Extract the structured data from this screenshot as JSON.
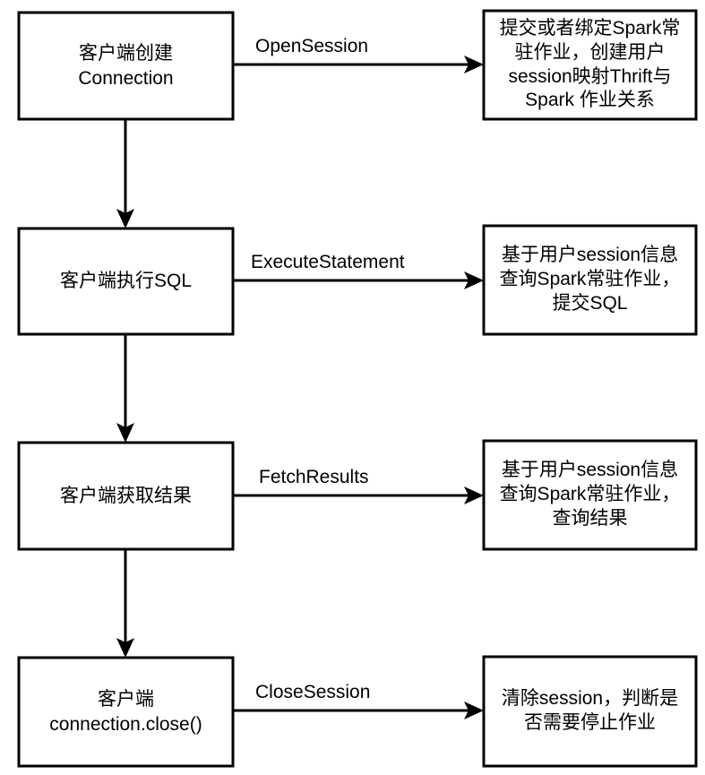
{
  "diagram": {
    "title": "Spark Thrift Server session lifecycle flow",
    "background_color": "#ffffff",
    "line_color": "#000000",
    "text_color": "#000000",
    "rows": [
      {
        "id": "row-open-session",
        "left_node": "客户端创建\nConnection",
        "edge_label": "OpenSession",
        "right_node": "提交或者绑定Spark常\n驻作业，创建用户\nsession映射Thrift与\nSpark 作业关系"
      },
      {
        "id": "row-execute-statement",
        "left_node": "客户端执行SQL",
        "edge_label": "ExecuteStatement",
        "right_node": "基于用户session信息\n查询Spark常驻作业，\n提交SQL"
      },
      {
        "id": "row-fetch-results",
        "left_node": "客户端获取结果",
        "edge_label": "FetchResults",
        "right_node": "基于用户session信息\n查询Spark常驻作业，\n查询结果"
      },
      {
        "id": "row-close-session",
        "left_node": "客户端\nconnection.close()",
        "edge_label": "CloseSession",
        "right_node": "清除session，判断是\n否需要停止作业"
      }
    ]
  }
}
